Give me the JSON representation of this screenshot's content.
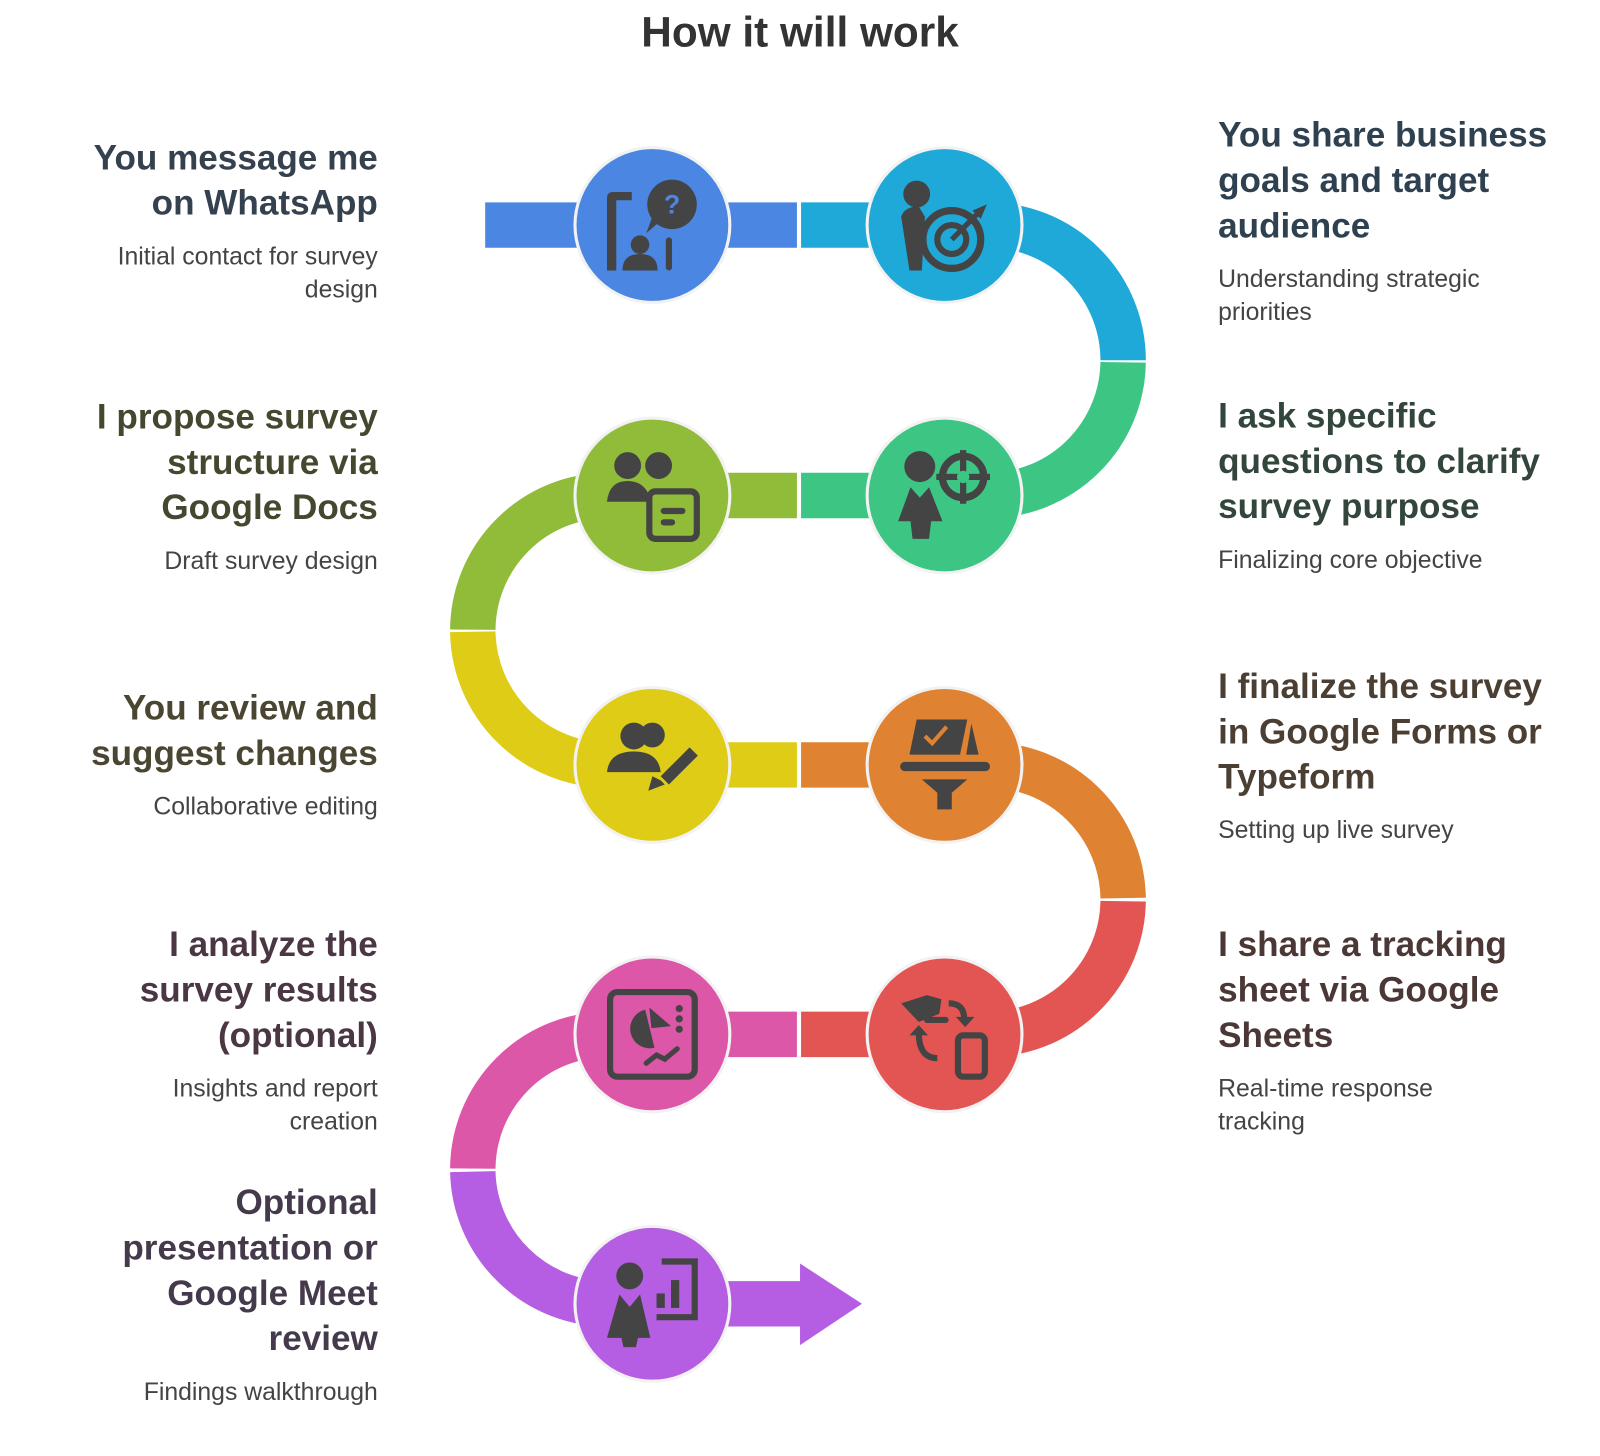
{
  "title": "How it will work",
  "colors": {
    "blue": "#4A86E2",
    "cyan": "#1EA9D8",
    "green": "#3DC584",
    "lime": "#90BC3A",
    "yellow": "#DFCC16",
    "orange": "#DF8231",
    "red": "#E35553",
    "pink": "#DC57A8",
    "purple": "#B55EE3",
    "icon": "#444444"
  },
  "steps": [
    {
      "title": "You message me\non WhatsApp",
      "description": "Initial contact for survey\ndesign",
      "icon": "phone-question-icon"
    },
    {
      "title": "You share business\ngoals and target\naudience",
      "description": "Understanding strategic\npriorities",
      "icon": "person-target-icon"
    },
    {
      "title": "I ask specific\nquestions to clarify\nsurvey purpose",
      "description": "Finalizing core objective",
      "icon": "person-crosshair-icon"
    },
    {
      "title": "I propose survey\nstructure via\nGoogle Docs",
      "description": "Draft survey design",
      "icon": "people-document-icon"
    },
    {
      "title": "You review and\nsuggest changes",
      "description": "Collaborative editing",
      "icon": "people-pencil-icon"
    },
    {
      "title": "I finalize the survey\nin Google Forms or\nTypeform",
      "description": "Setting up live survey",
      "icon": "laptop-podium-icon"
    },
    {
      "title": "I share a tracking\nsheet via Google\nSheets",
      "description": "Real-time response\ntracking",
      "icon": "camera-sync-phone-icon"
    },
    {
      "title": "I analyze the\nsurvey results\n(optional)",
      "description": "Insights and report\ncreation",
      "icon": "dashboard-chart-icon"
    },
    {
      "title": "Optional\npresentation or\nGoogle Meet\nreview",
      "description": "Findings walkthrough",
      "icon": "presenter-chart-icon"
    }
  ]
}
